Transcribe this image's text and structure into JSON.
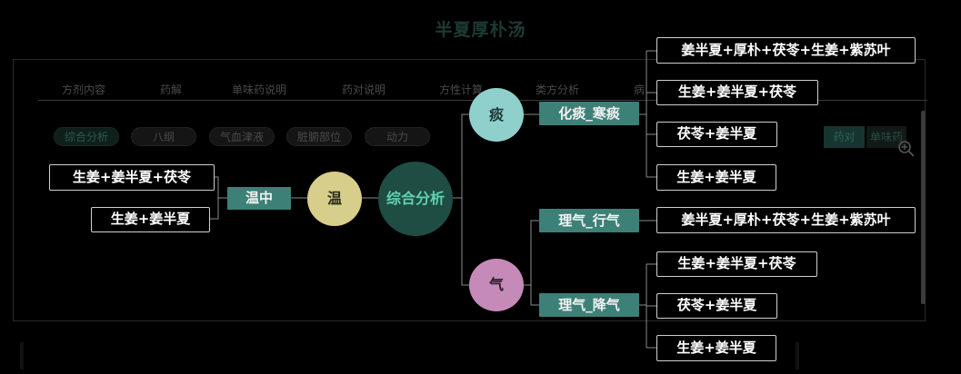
{
  "title": "半夏厚朴汤",
  "tabs": [
    "方剂内容",
    "药解",
    "单味药说明",
    "药对说明",
    "方性计算",
    "类方分析",
    "病"
  ],
  "filters": [
    "综合分析",
    "八纲",
    "气血津液",
    "脏腑部位",
    "动力"
  ],
  "right_buttons": [
    "药对",
    "单味药"
  ],
  "colors": {
    "center": "#1f4c43",
    "center_text": "#5fd2b4",
    "wen": "#d6ce8a",
    "tan": "#8fd0cc",
    "qi": "#c58ab8",
    "tag": "#3d8077"
  },
  "mindmap": {
    "center": "综合分析",
    "left": {
      "node": "温",
      "tag": "温中",
      "items": [
        "生姜+姜半夏+茯苓",
        "生姜+姜半夏"
      ]
    },
    "right": [
      {
        "node": "痰",
        "groups": [
          {
            "tag": "化痰_寒痰",
            "items": [
              "姜半夏+厚朴+茯苓+生姜+紫苏叶",
              "生姜+姜半夏+茯苓",
              "茯苓+姜半夏",
              "生姜+姜半夏"
            ]
          }
        ]
      },
      {
        "node": "气",
        "groups": [
          {
            "tag": "理气_行气",
            "items": [
              "姜半夏+厚朴+茯苓+生姜+紫苏叶"
            ]
          },
          {
            "tag": "理气_降气",
            "items": [
              "生姜+姜半夏+茯苓",
              "茯苓+姜半夏",
              "生姜+姜半夏"
            ]
          }
        ]
      }
    ]
  },
  "icons": {
    "zoom": "zoom-in-icon"
  }
}
